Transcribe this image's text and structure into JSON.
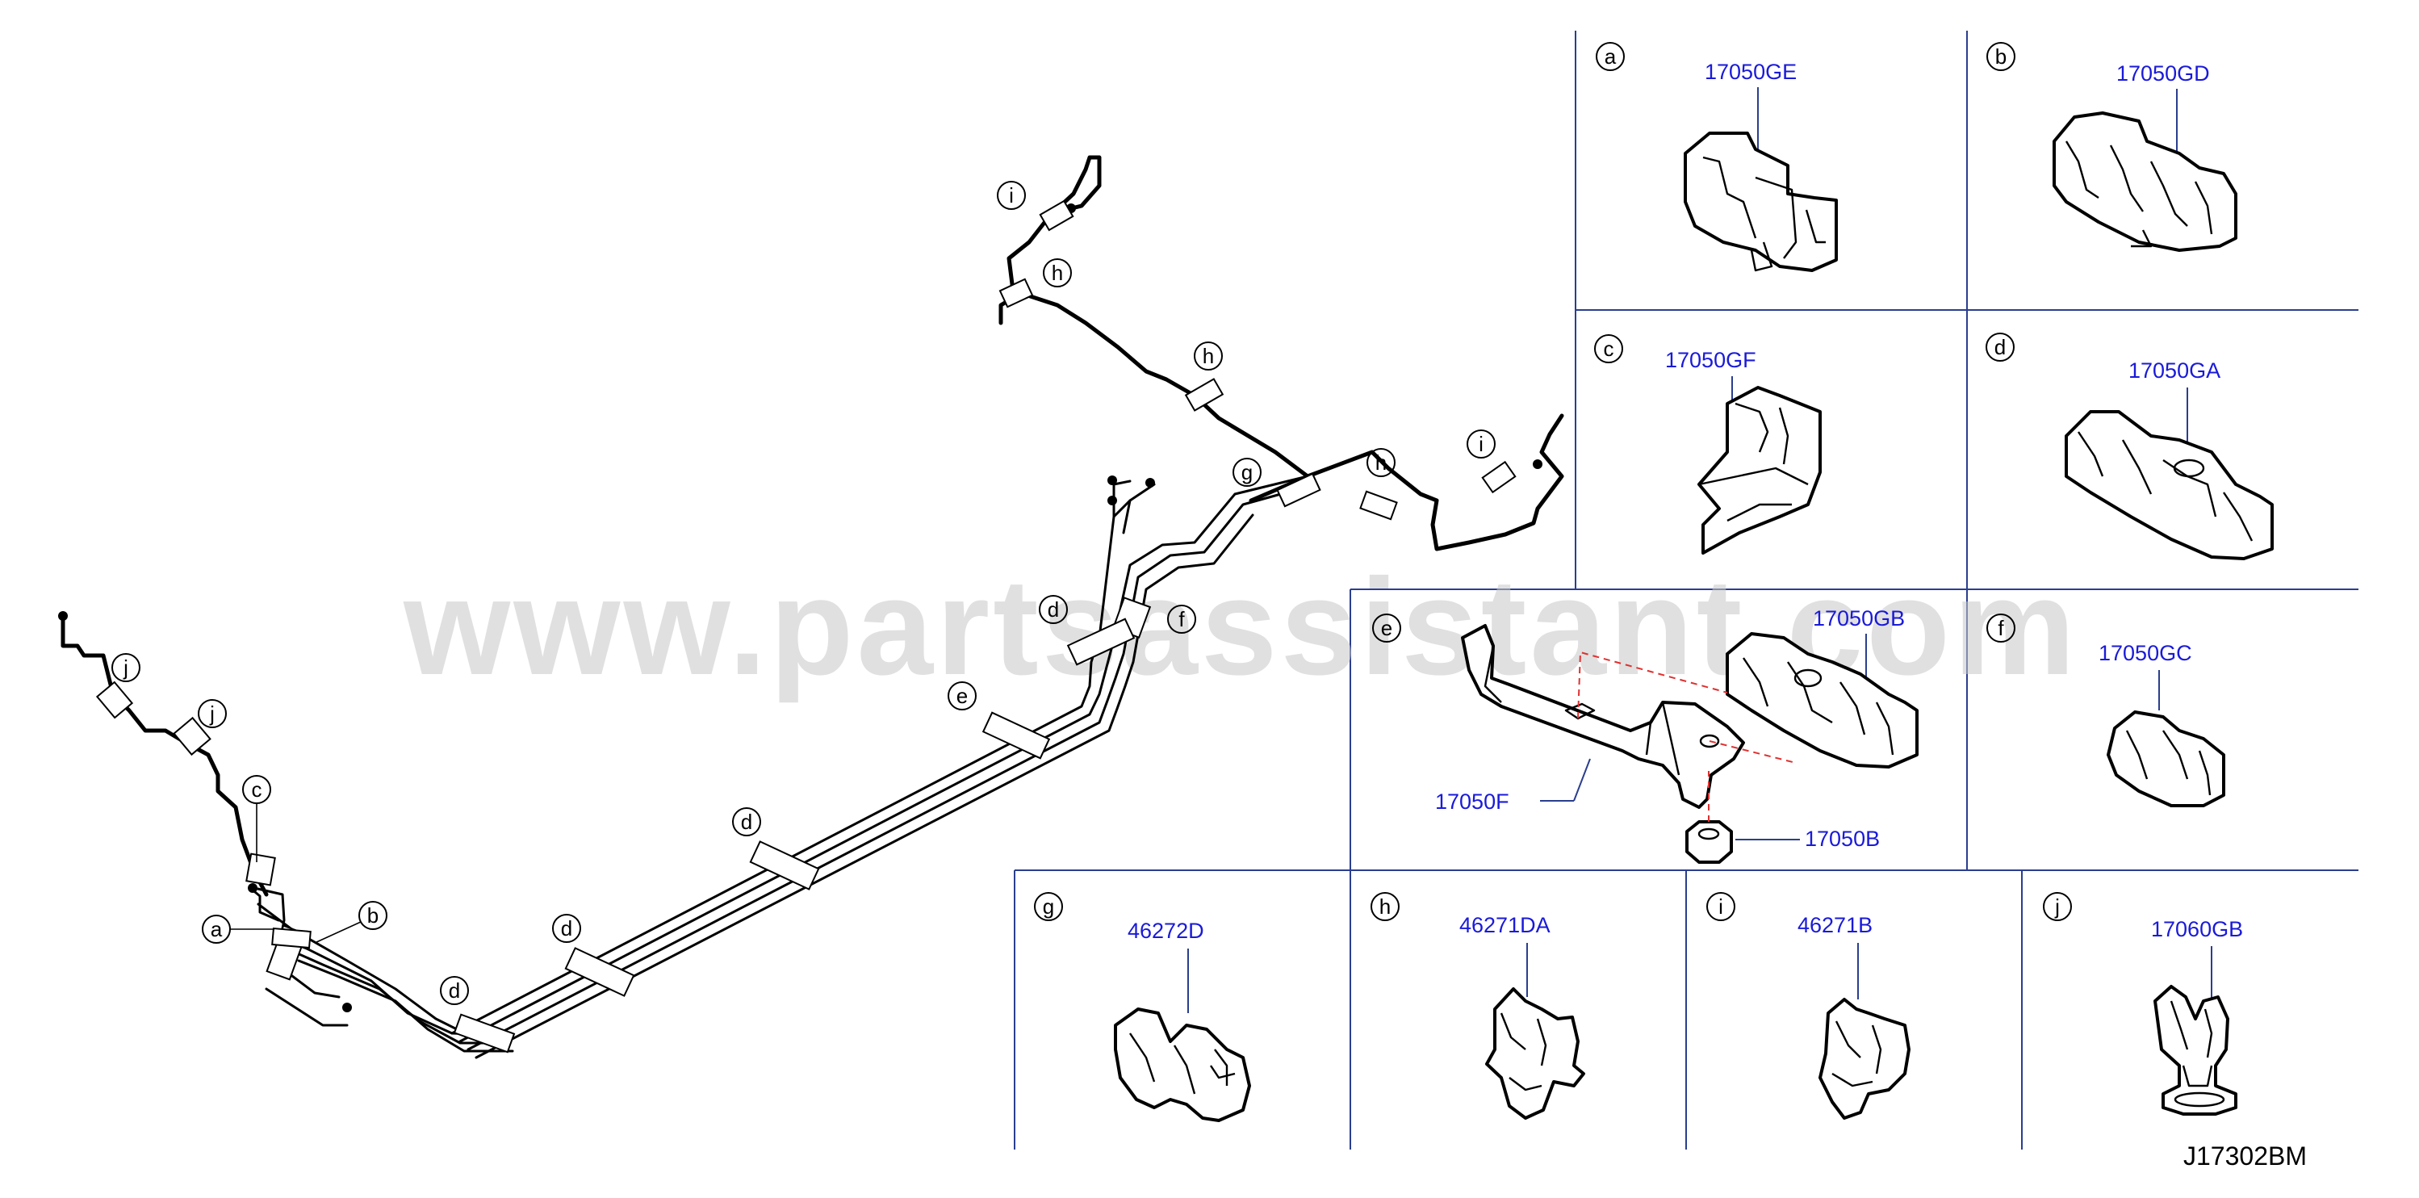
{
  "watermark": "www.partsassistant.com",
  "diagram_code": "J17302BM",
  "callouts": {
    "a": "a",
    "b": "b",
    "c": "c",
    "d": "d",
    "e": "e",
    "f": "f",
    "g": "g",
    "h": "h",
    "i": "i",
    "j": "j"
  },
  "panels": {
    "a": {
      "letter": "a",
      "part": "17050GE"
    },
    "b": {
      "letter": "b",
      "part": "17050GD"
    },
    "c": {
      "letter": "c",
      "part": "17050GF"
    },
    "d": {
      "letter": "d",
      "part": "17050GA"
    },
    "e": {
      "letter": "e",
      "part": "17050GB",
      "bracket": "17050F",
      "nut": "17050B"
    },
    "f": {
      "letter": "f",
      "part": "17050GC"
    },
    "g": {
      "letter": "g",
      "part": "46272D"
    },
    "h": {
      "letter": "h",
      "part": "46271DA"
    },
    "i": {
      "letter": "i",
      "part": "46271B"
    },
    "j": {
      "letter": "j",
      "part": "17060GB"
    }
  },
  "colors": {
    "part_number": "#1a1ad9",
    "divider": "#2a3e8f",
    "dashed_guide": "#e03030"
  }
}
